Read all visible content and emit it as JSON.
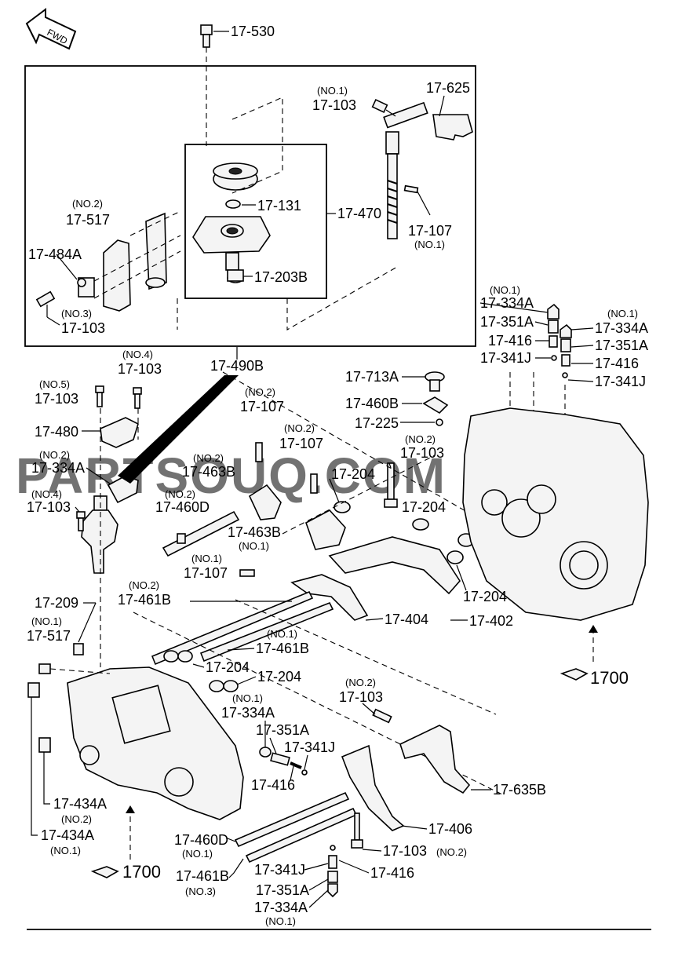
{
  "fwd_arrow": "FWD",
  "watermark": "PARTSOUQ.COM",
  "labels": {
    "p_17_530": "17-530",
    "p_17_625": "17-625",
    "no1_a": "(NO.1)",
    "p_17_103_top": "17-103",
    "p_17_131": "17-131",
    "p_17_470": "17-470",
    "p_17_107_top": "17-107",
    "no1_b": "(NO.1)",
    "no2_a": "(NO.2)",
    "p_17_517_a": "17-517",
    "p_17_484a": "17-484A",
    "no3_a": "(NO.3)",
    "p_17_103_left": "17-103",
    "p_17_203b": "17-203B",
    "no1_c": "(NO.1)",
    "p_17_334a_r1": "17-334A",
    "p_17_351a_r1": "17-351A",
    "p_17_416_r1": "17-416",
    "p_17_341j_r1": "17-341J",
    "no1_d": "(NO.1)",
    "p_17_334a_r2": "17-334A",
    "p_17_351a_r2": "17-351A",
    "p_17_416_r2": "17-416",
    "p_17_341j_r2": "17-341J",
    "no4_a": "(NO.4)",
    "p_17_103_no4": "17-103",
    "p_17_490b": "17-490B",
    "no5_a": "(NO.5)",
    "p_17_103_no5": "17-103",
    "p_17_713a": "17-713A",
    "p_17_460b": "17-460B",
    "p_17_225": "17-225",
    "no2_b": "(NO.2)",
    "p_17_107_mid": "17-107",
    "p_17_480": "17-480",
    "no2_c": "(NO.2)",
    "p_17_107_mid2": "17-107",
    "no2_d": "(NO.2)",
    "p_17_103_mid": "17-103",
    "no2_e": "(NO.2)",
    "p_17_334a_mid": "17-334A",
    "no2_f": "(NO.2)",
    "p_17_463b_a": "17-463B",
    "p_17_204_a": "17-204",
    "no4_b": "(NO.4)",
    "p_17_103_no4b": "17-103",
    "no2_g": "(NO.2)",
    "p_17_460d_a": "17-460D",
    "p_17_204_b": "17-204",
    "p_17_463b_b": "17-463B",
    "no1_e": "(NO.1)",
    "no1_f": "(NO.1)",
    "p_17_107_low": "17-107",
    "no2_h": "(NO.2)",
    "p_17_461b_a": "17-461B",
    "p_17_209": "17-209",
    "p_17_404": "17-404",
    "p_17_402": "17-402",
    "p_17_204_c": "17-204",
    "no1_g": "(NO.1)",
    "p_17_517_b": "17-517",
    "no1_h": "(NO.1)",
    "p_17_461b_b": "17-461B",
    "p_17_204_d": "17-204",
    "p_17_204_e": "17-204",
    "ref_1700_right": "1700",
    "no1_i": "(NO.1)",
    "p_17_334a_low": "17-334A",
    "no2_i": "(NO.2)",
    "p_17_103_low": "17-103",
    "p_17_351a_low": "17-351A",
    "p_17_341j_low": "17-341J",
    "p_17_416_low": "17-416",
    "p_17_635b": "17-635B",
    "p_17_434a_a": "17-434A",
    "no2_j": "(NO.2)",
    "p_17_406": "17-406",
    "p_17_434a_b": "17-434A",
    "no1_j": "(NO.1)",
    "p_17_460d_b": "17-460D",
    "no1_k": "(NO.1)",
    "p_17_103_bot": "17-103",
    "no2_k": "(NO.2)",
    "ref_1700_left": "1700",
    "p_17_341j_bot": "17-341J",
    "p_17_416_bot": "17-416",
    "p_17_461b_c": "17-461B",
    "no3_b": "(NO.3)",
    "p_17_351a_bot": "17-351A",
    "p_17_334a_bot": "17-334A",
    "no1_l": "(NO.1)"
  }
}
